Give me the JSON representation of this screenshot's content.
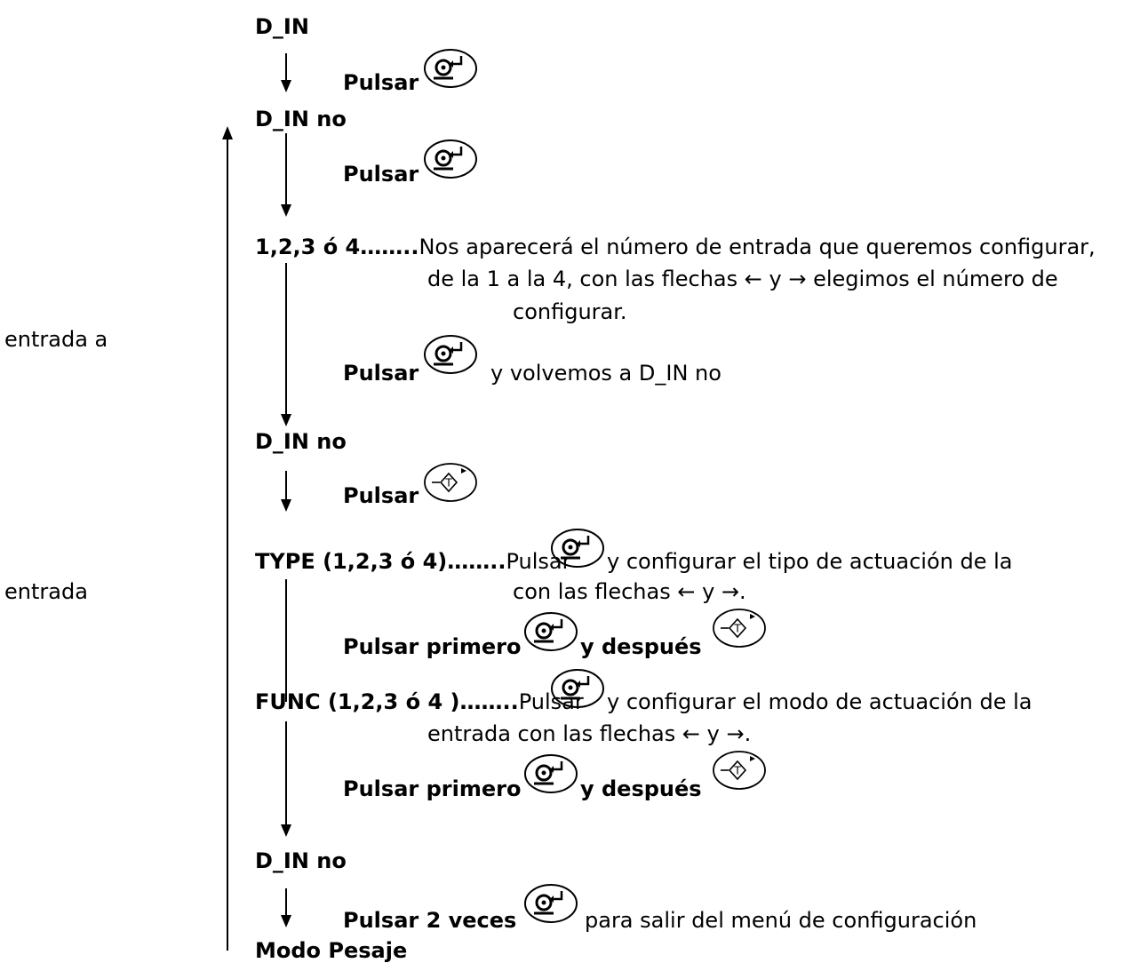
{
  "side_labels": {
    "entrada_a": "entrada a",
    "entrada": "entrada"
  },
  "flow": {
    "d_in": "D_IN",
    "pulsar": "Pulsar",
    "d_in_no": "D_IN no",
    "step_numbers": "1,2,3 ó 4……..",
    "step_numbers_desc": "Nos aparecerá el número de entrada que queremos configurar,",
    "step_numbers_desc2": "de la 1 a la 4, con las flechas ← y → elegimos el número de",
    "step_numbers_desc3": "configurar.",
    "return_text": "y volvemos a D_IN no",
    "type_label": "TYPE (1,2,3 ó 4)……..",
    "type_desc": "y configurar el tipo de actuación de la",
    "type_desc2": "con las flechas  ← y →.",
    "pulsar_primero": "Pulsar primero",
    "y_despues": "y después",
    "func_label": "FUNC (1,2,3 ó 4 )……..",
    "func_desc": "y configurar el modo de actuación de la",
    "func_desc2": "entrada con las flechas  ← y →.",
    "pulsar_2_veces": "Pulsar  2 veces",
    "exit_text": "para salir del menú de configuración",
    "modo_pesaje": "Modo Pesaje"
  },
  "icons": {
    "enter_key": "enter-key-icon",
    "tare_key": "tare-key-icon"
  }
}
